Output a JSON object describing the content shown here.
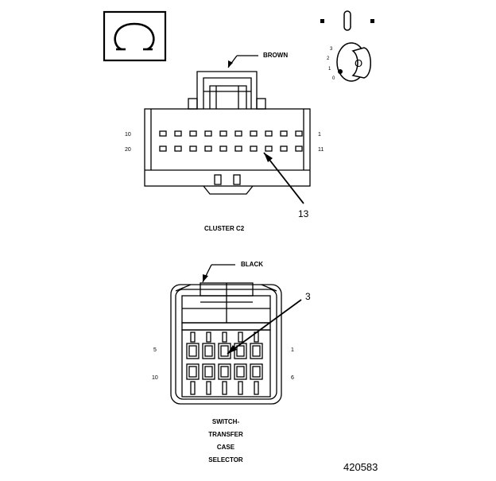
{
  "omega_symbol": "Ω",
  "key_switch": {
    "positions": [
      "3",
      "2",
      "1",
      "0"
    ],
    "key_letter": "O"
  },
  "cluster_c2": {
    "wire_color": "BROWN",
    "pin_top_left": "10",
    "pin_top_right": "1",
    "pin_bottom_left": "20",
    "pin_bottom_right": "11",
    "callout": "13",
    "caption": "CLUSTER C2"
  },
  "transfer_switch": {
    "wire_color": "BLACK",
    "callout": "3",
    "pin_top_left": "5",
    "pin_top_right": "1",
    "pin_bottom_left": "10",
    "pin_bottom_right": "6",
    "caption_lines": [
      "SWITCH-",
      "TRANSFER",
      "CASE",
      "SELECTOR"
    ]
  },
  "figure_number": "420583"
}
